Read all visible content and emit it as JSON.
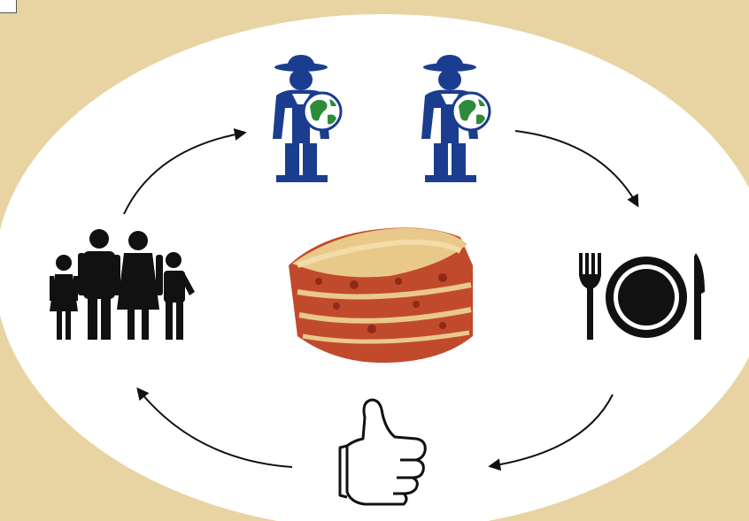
{
  "diagram": {
    "type": "cycle",
    "colors": {
      "background": "#e8d4a2",
      "ellipse": "#ffffff",
      "farmer_blue": "#1a3d8f",
      "globe_green": "#2e8b3a",
      "icon_black": "#111111",
      "lasagna_pasta": "#e9c98a",
      "lasagna_sauce": "#b23a22"
    },
    "nodes": [
      {
        "id": "farmers",
        "icon": "farmer-with-globe-icon",
        "count": 2
      },
      {
        "id": "meal",
        "icon": "plate-fork-knife-icon"
      },
      {
        "id": "approval",
        "icon": "thumbs-up-icon"
      },
      {
        "id": "family",
        "icon": "family-icon"
      },
      {
        "id": "center",
        "icon": "lasagna-image"
      }
    ],
    "edges": [
      {
        "from": "family",
        "to": "farmers"
      },
      {
        "from": "farmers",
        "to": "meal"
      },
      {
        "from": "meal",
        "to": "approval"
      },
      {
        "from": "approval",
        "to": "family"
      }
    ]
  }
}
